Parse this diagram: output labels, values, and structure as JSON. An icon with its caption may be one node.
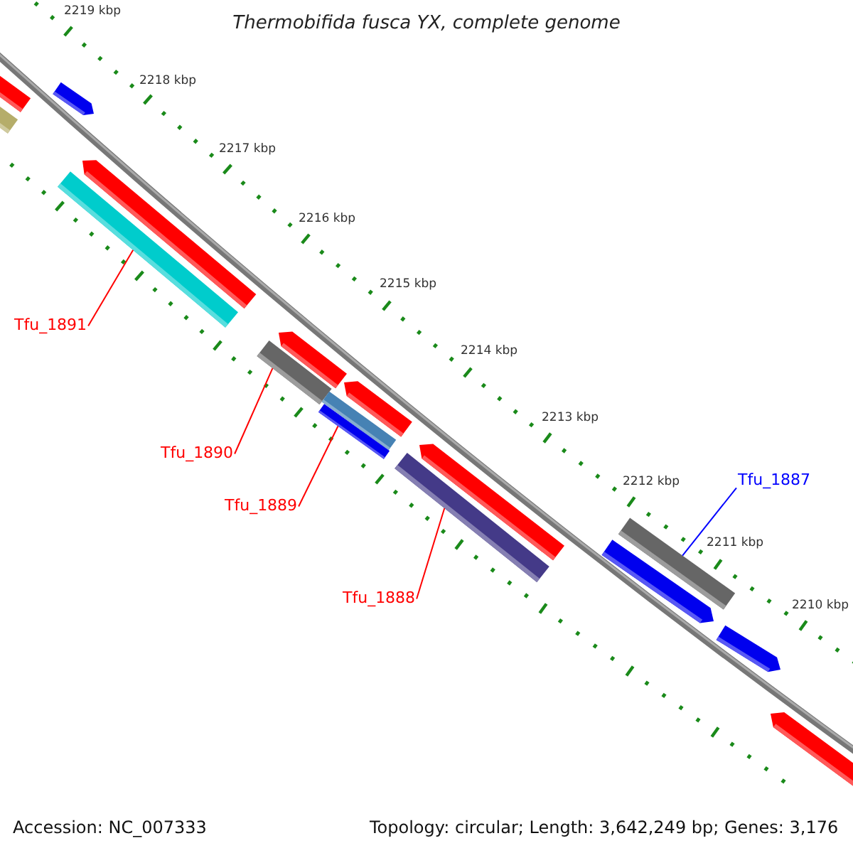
{
  "diagram": {
    "title": "Thermobifida fusca YX, complete genome",
    "nodes": [
      {
        "text": [
          "Tfu_1891"
        ]
      },
      {
        "text": [],
        "shape": "bar"
      },
      {
        "text": [
          "Tfu_1890"
        ]
      },
      {
        "text": [],
        "shape": "bar"
      },
      {
        "text": [
          "Tfu_1887"
        ]
      },
      {
        "text": [],
        "shape": "bar"
      },
      {
        "text": [
          "Tfu_1889"
        ]
      },
      {
        "text": [],
        "shape": "bar"
      },
      {
        "text": [
          "Tfu_1888"
        ]
      },
      {
        "text": [],
        "shape": "bar"
      }
    ],
    "edges": [
      {
        "from": 0,
        "to": 1,
        "arrow": "none"
      },
      {
        "from": 2,
        "to": 3,
        "arrow": "none"
      },
      {
        "from": 4,
        "to": 5,
        "arrow": "none",
        "color": "#0000ff"
      },
      {
        "from": 6,
        "to": 7,
        "arrow": "none"
      },
      {
        "from": 8,
        "to": 9,
        "arrow": "none"
      }
    ],
    "labels": [
      "2219 kbp",
      "2218 kbp",
      "2217 kbp",
      "2216 kbp",
      "2215 kbp",
      "2214 kbp",
      "2213 kbp",
      "2212 kbp",
      "2211 kbp",
      "2210 kbp",
      "Accession: NC_007333",
      "Topology: circular; Length: 3,642,249 bp; Genes: 3,176"
    ]
  }
}
